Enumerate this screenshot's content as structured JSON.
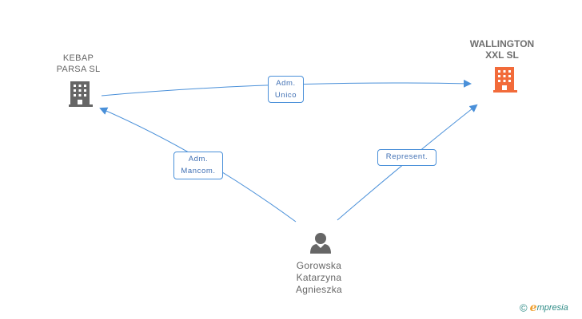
{
  "nodes": {
    "kebap": {
      "line1": "KEBAP",
      "line2": "PARSA SL",
      "color": "#666666"
    },
    "wallington": {
      "line1": "WALLINGTON",
      "line2": "XXL SL",
      "color": "#f26b3a"
    },
    "person": {
      "line1": "Gorowska",
      "line2": "Katarzyna",
      "line3": "Agnieszka",
      "color": "#666666"
    }
  },
  "edges": {
    "adm_unico": {
      "line1": "Adm.",
      "line2": "Unico"
    },
    "adm_mancom": {
      "line1": "Adm.",
      "line2": "Mancom."
    },
    "represent": {
      "line1": "Represent."
    }
  },
  "colors": {
    "edge": "#4a90d9",
    "edge_text": "#3f6fb3",
    "brand_accent": "#f0a030",
    "brand_teal": "#2e8b86"
  },
  "footer": {
    "copyright": "©",
    "brand_initial": "e",
    "brand_rest": "mpresia"
  }
}
